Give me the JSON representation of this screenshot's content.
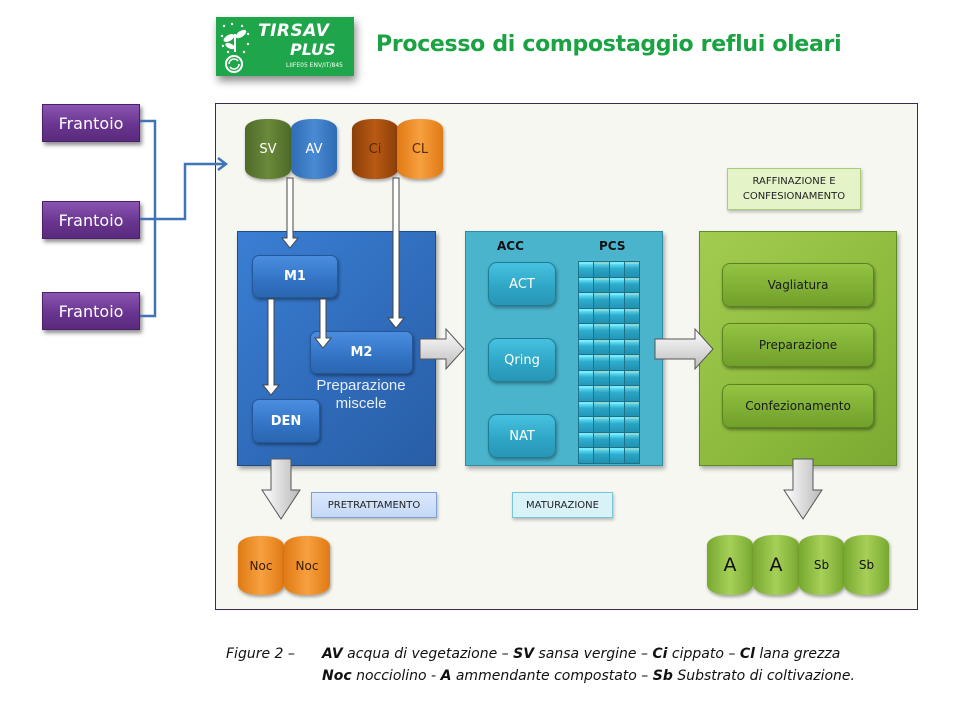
{
  "header": {
    "logo": {
      "line1": "TIRSAV",
      "line2": "PLUS",
      "line3": "LIIFE05 ENV/IT/845"
    },
    "title": "Processo di compostaggio reflui oleari"
  },
  "sources": [
    {
      "label": "Frantoio"
    },
    {
      "label": "Frantoio"
    },
    {
      "label": "Frantoio"
    }
  ],
  "inputs": [
    {
      "label": "SV",
      "color": "#5a7a30"
    },
    {
      "label": "AV",
      "color": "#3a7cc8"
    },
    {
      "label": "Ci",
      "color": "#a64c0e"
    },
    {
      "label": "CL",
      "color": "#f08c2a"
    }
  ],
  "pretrattamento": {
    "label": "PRETRATTAMENTO",
    "steps": [
      "M1",
      "M2",
      "DEN"
    ],
    "caption": "Preparazione miscele",
    "color": "#3274c8"
  },
  "maturazione": {
    "label": "MATURAZIONE",
    "col_headers": [
      "ACC",
      "PCS"
    ],
    "steps": [
      "ACT",
      "Qring",
      "NAT"
    ],
    "pcs_grid": {
      "columns": 4,
      "rows": 13
    },
    "color": "#4ab4cc"
  },
  "raffinazione": {
    "label": "RAFFINAZIONE E CONFESIONAMENTO",
    "steps": [
      "Vagliatura",
      "Preparazione",
      "Confezionamento"
    ],
    "color": "#8cba3c"
  },
  "outputs_pre": [
    {
      "label": "Noc"
    },
    {
      "label": "Noc"
    }
  ],
  "outputs_final": [
    {
      "label": "A"
    },
    {
      "label": "A"
    },
    {
      "label": "Sb"
    },
    {
      "label": "Sb"
    }
  ],
  "caption": {
    "figure": "Figure 2  –",
    "line1": [
      {
        "abbr": "AV",
        "text": " acqua di vegetazione – "
      },
      {
        "abbr": "SV",
        "text": " sansa vergine – "
      },
      {
        "abbr": "Ci",
        "text": " cippato – "
      },
      {
        "abbr": "Cl",
        "text": " lana grezza"
      }
    ],
    "line2": [
      {
        "abbr": "Noc",
        "text": " nocciolino -  "
      },
      {
        "abbr": "A",
        "text": " ammendante compostato – "
      },
      {
        "abbr": "Sb",
        "text": " Substrato di coltivazione."
      }
    ]
  }
}
